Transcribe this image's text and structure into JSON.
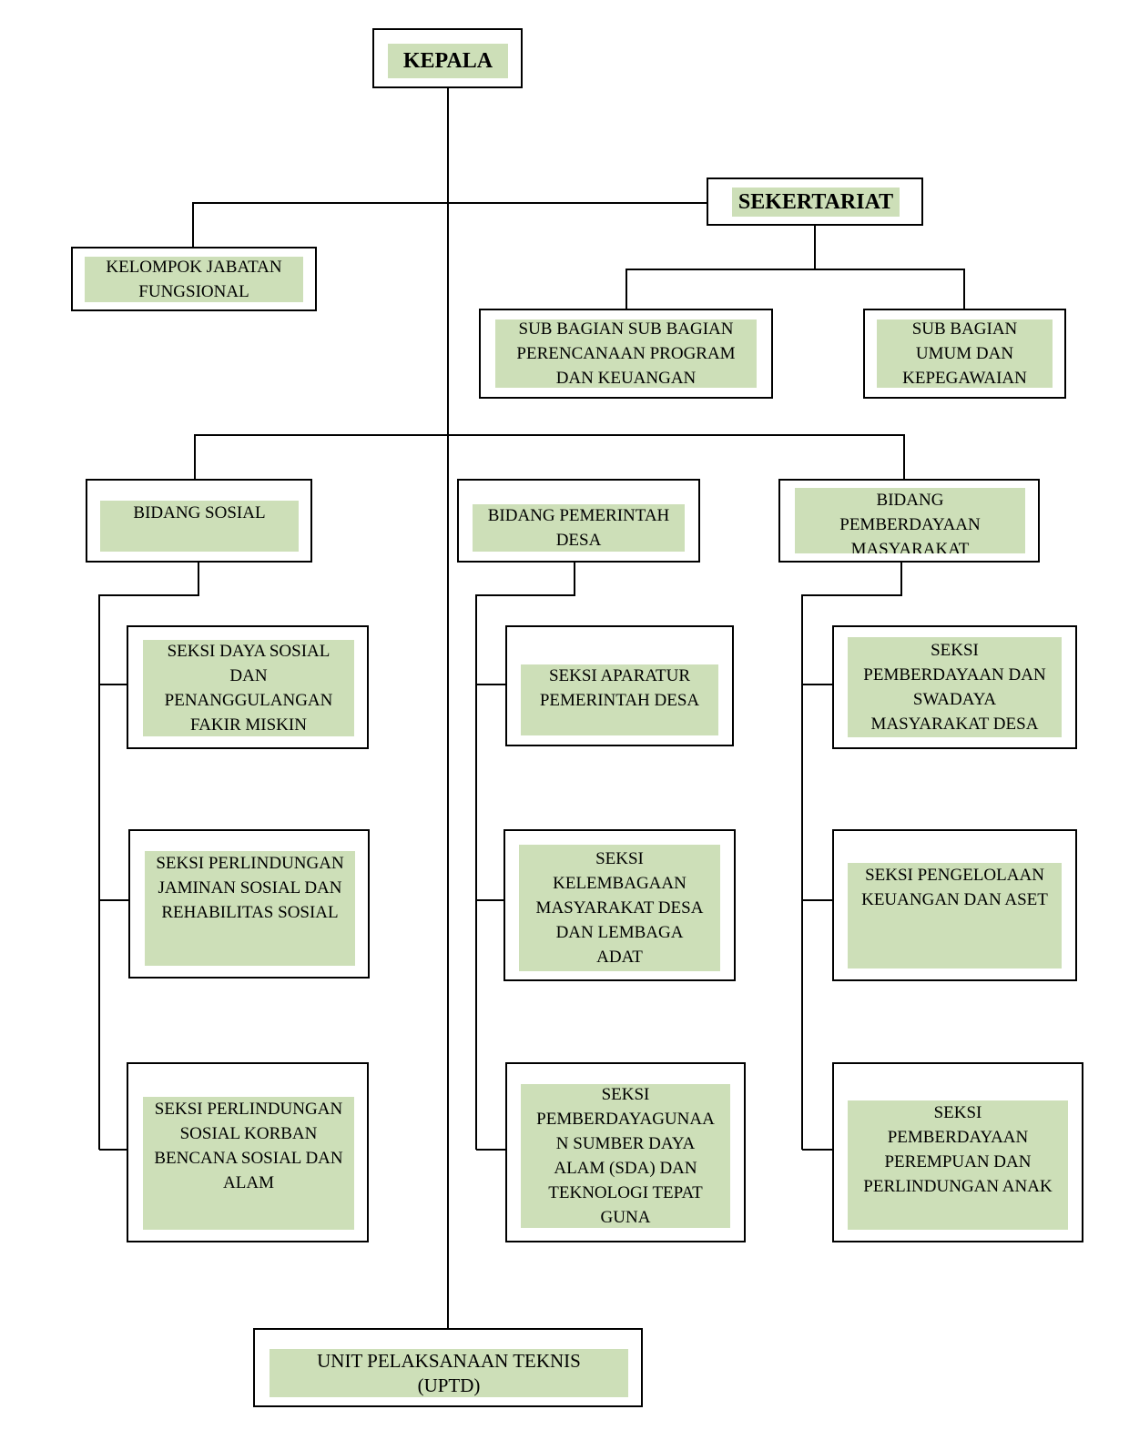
{
  "nodes": {
    "kepala": "KEPALA",
    "sekertariat": "SEKERTARIAT",
    "kelompok": "KELOMPOK JABATAN\nFUNGSIONAL",
    "sub_perencanaan": "SUB BAGIAN SUB BAGIAN\nPERENCANAAN PROGRAM\nDAN KEUANGAN",
    "sub_umum": "SUB BAGIAN\nUMUM DAN\nKEPEGAWAIAN",
    "bidang_sosial": "BIDANG SOSIAL",
    "bidang_pemdes": "BIDANG PEMERINTAH\nDESA",
    "bidang_pm": "BIDANG\nPEMBERDAYAAN\nMASYARAKAT",
    "seksi_daya_sosial": "SEKSI DAYA SOSIAL\nDAN\nPENANGGULANGAN\nFAKIR MISKIN",
    "seksi_jaminan": "SEKSI PERLINDUNGAN\nJAMINAN SOSIAL DAN\nREHABILITAS SOSIAL",
    "seksi_bencana": "SEKSI PERLINDUNGAN\nSOSIAL KORBAN\nBENCANA SOSIAL DAN\nALAM",
    "seksi_aparatur": "SEKSI APARATUR\nPEMERINTAH DESA",
    "seksi_kelembagaan": "SEKSI\nKELEMBAGAAN\nMASYARAKAT DESA\nDAN LEMBAGA\nADAT",
    "seksi_sda": "SEKSI\nPEMBERDAYAGUNAA\nN SUMBER DAYA\nALAM (SDA) DAN\nTEKNOLOGI TEPAT\nGUNA",
    "seksi_swadaya": "SEKSI\nPEMBERDAYAAN DAN\nSWADAYA\nMASYARAKAT DESA",
    "seksi_keuangan": "SEKSI PENGELOLAAN\nKEUANGAN DAN ASET",
    "seksi_perempuan": "SEKSI\nPEMBERDAYAAN\nPEREMPUAN DAN\nPERLINDUNGAN ANAK",
    "uptd": "UNIT PELAKSANAAN TEKNIS\n(UPTD)"
  },
  "colors": {
    "fill": "#cddfb8",
    "line": "#000000"
  }
}
